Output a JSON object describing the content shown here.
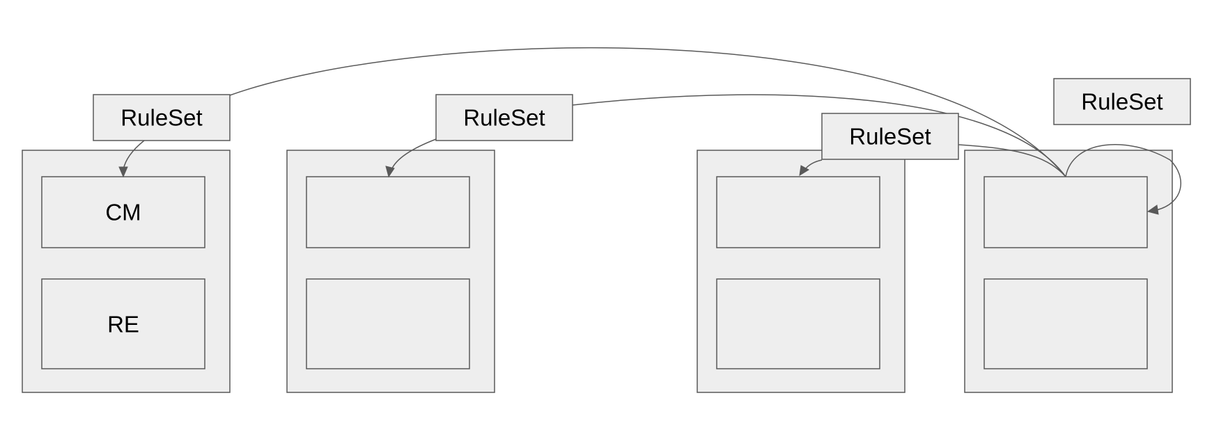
{
  "rulesets": [
    {
      "label": "RuleSet"
    },
    {
      "label": "RuleSet"
    },
    {
      "label": "RuleSet"
    },
    {
      "label": "RuleSet"
    }
  ],
  "containers": [
    {
      "top_label": "CM",
      "bottom_label": "RE"
    },
    {
      "top_label": "",
      "bottom_label": ""
    },
    {
      "top_label": "",
      "bottom_label": ""
    },
    {
      "top_label": "",
      "bottom_label": ""
    }
  ],
  "colors": {
    "box_fill": "#eeeeee",
    "stroke": "#595959",
    "text": "#000000"
  }
}
